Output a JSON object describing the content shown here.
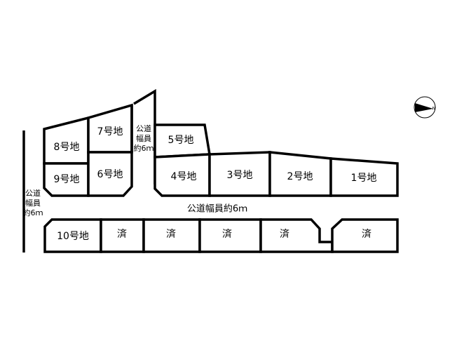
{
  "lots": {
    "l1": "1号地",
    "l2": "2号地",
    "l3": "3号地",
    "l4": "4号地",
    "l5": "5号地",
    "l6": "6号地",
    "l7": "7号地",
    "l8": "8号地",
    "l9": "9号地",
    "l10": "10号地",
    "sold": "済"
  },
  "roads": {
    "main": "公道幅員約6ｍ",
    "west": [
      "公道",
      "幅員",
      "約6ｍ"
    ],
    "middle": [
      "公道",
      "幅員",
      "約6ｍ"
    ]
  },
  "compass": {
    "label": "N"
  },
  "colors": {
    "line": "#000000",
    "background": "#ffffff"
  }
}
